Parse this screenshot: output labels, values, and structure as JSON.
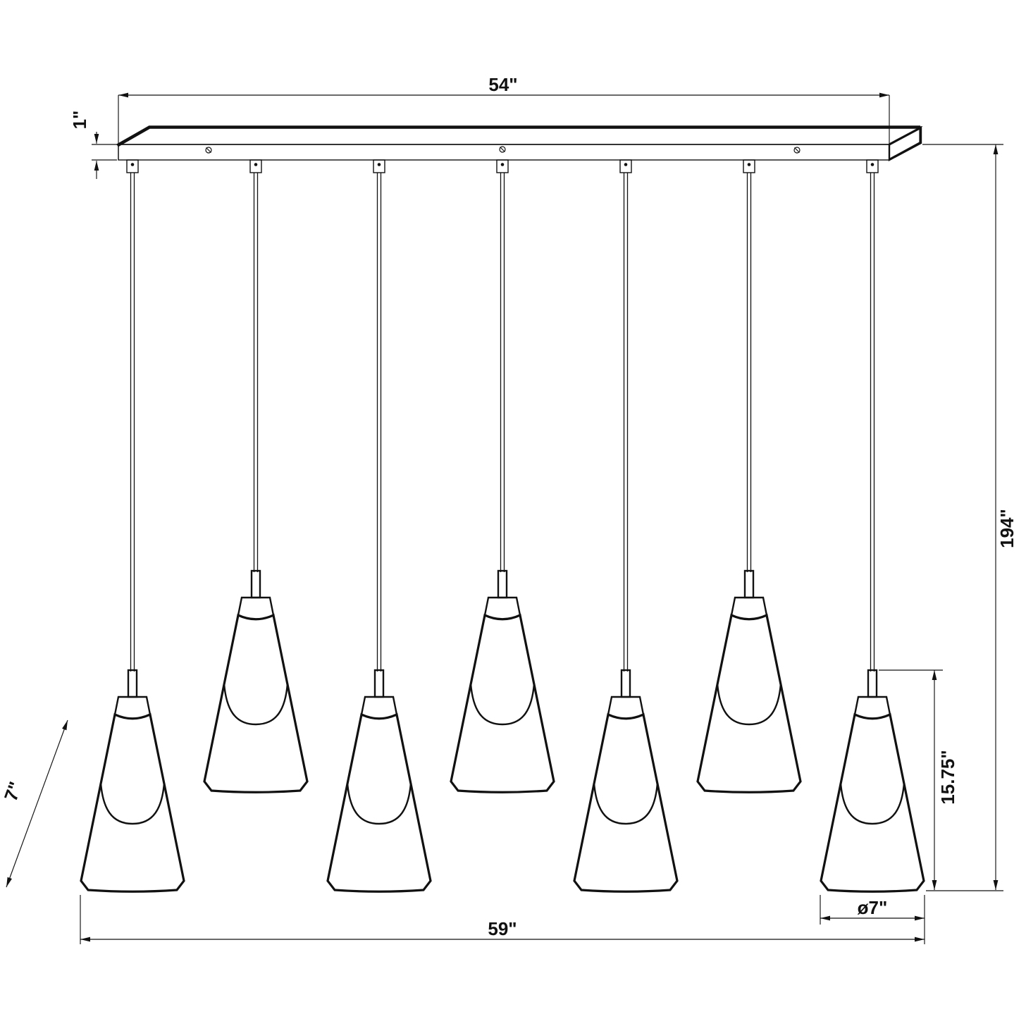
{
  "drawing": {
    "kind": "line-drawing of a 7-light linear pendant fixture with staggered cone shades",
    "pendant_count": 7,
    "labels": {
      "canopy_length": "54\"",
      "canopy_thickness": "1\"",
      "canopy_depth": "7\"",
      "overall_height": "194\"",
      "shade_height": "15.75\"",
      "shade_diameter": "ø7\"",
      "overall_width": "59\""
    },
    "colors": {
      "line": "#111111",
      "background": "#ffffff"
    }
  }
}
